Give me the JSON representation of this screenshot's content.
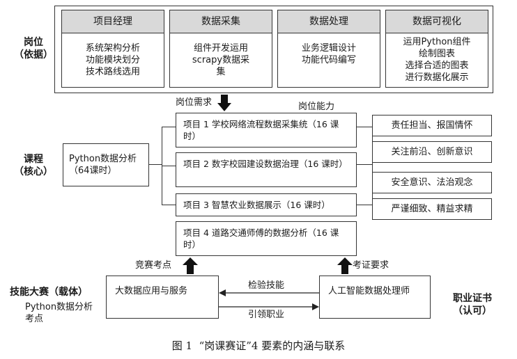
{
  "figure": {
    "caption": "图 1  “岗课赛证”4 要素的内涵与联系"
  },
  "positions": {
    "label_line1": "岗位",
    "label_line2": "（依据）",
    "roles": [
      {
        "title": "项目经理",
        "lines": [
          "系统架构分析",
          "功能模块划分",
          "技术路线选用"
        ]
      },
      {
        "title": "数据采集",
        "lines": [
          "组件开发运用",
          "scrapy数据采",
          "集"
        ]
      },
      {
        "title": "数据处理",
        "lines": [
          "业务逻辑设计",
          "功能代码编写"
        ]
      },
      {
        "title": "数据可视化",
        "lines": [
          "运用Python组件",
          "绘制图表",
          "选择合适的图表",
          "进行数据化展示"
        ]
      }
    ]
  },
  "labels": {
    "demand": "岗位需求",
    "ability": "岗位能力",
    "competition_points": "竞赛考点",
    "cert_requirements": "考证要求",
    "verify_skills": "检验技能",
    "guide_career": "引领职业"
  },
  "course": {
    "label_line1": "课程",
    "label_line2": "（核心）",
    "main": "Python数据分析（64课时）",
    "projects": [
      "项目 1 学校网络流程数据采集统（16 课时）",
      "项目 2  数字校园建设数据治理（16 课时）",
      "项目 3  智慧农业数据展示（16 课时）",
      "项目 4 道路交通师傅的数据分析（16 课时）"
    ],
    "abilities": [
      "责任担当、报国情怀",
      "关注前沿、创新意识",
      "安全意识、法治观念",
      "严谨细致、精益求精"
    ]
  },
  "competition": {
    "label": "技能大赛（载体）",
    "sub_line1": "Python数据分析",
    "sub_line2": "考点",
    "box": "大数据应用与服务"
  },
  "certificate": {
    "label_line1": "职业证书",
    "label_line2": "（认可）",
    "box": "人工智能数据处理师"
  }
}
